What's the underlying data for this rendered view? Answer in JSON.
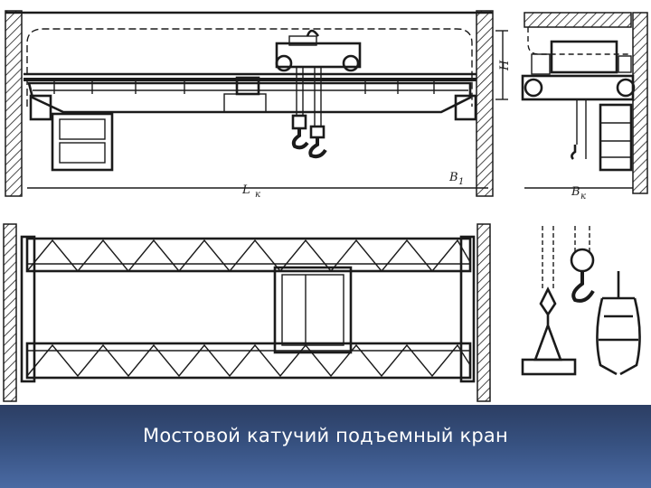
{
  "caption": "Мостовой катучий подъемный кран",
  "dimensions": {
    "span": "L",
    "span_sub": "к",
    "height": "H",
    "b1": "B",
    "b1_sub": "1",
    "bk": "B",
    "bk_sub": "к"
  }
}
